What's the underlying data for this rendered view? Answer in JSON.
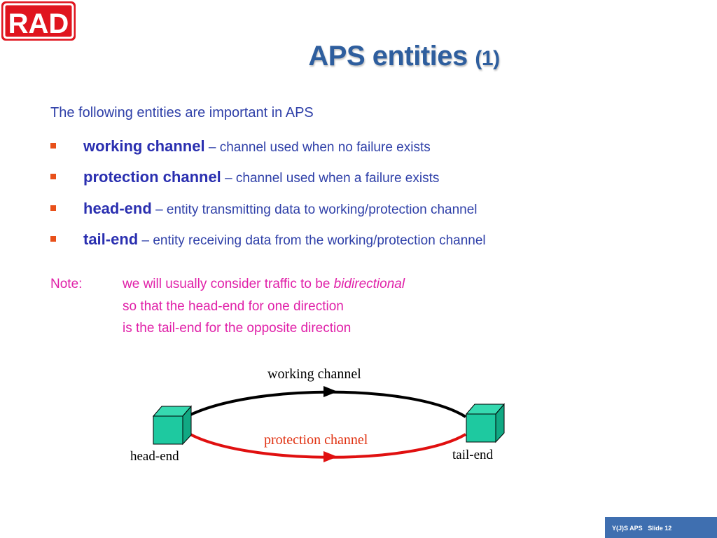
{
  "logo": {
    "text": "RAD"
  },
  "title": {
    "main": "APS entities",
    "number": "(1)"
  },
  "intro": "The following entities are important in APS",
  "bullets": [
    {
      "term": "working channel",
      "sep": " – ",
      "desc": "channel used when no failure exists"
    },
    {
      "term": "protection channel",
      "sep": " – ",
      "desc": "channel used when a failure exists"
    },
    {
      "term": "head-end",
      "sep": " – ",
      "desc": "entity transmitting data to working/protection channel"
    },
    {
      "term": "tail-end",
      "sep": " – ",
      "desc": "entity receiving data from the working/protection channel"
    }
  ],
  "note": {
    "label": "Note:",
    "line1_prefix": "we will usually consider traffic to be ",
    "line1_emph": "bidirectional",
    "line2": "so that the head-end for one direction",
    "line3": "is the tail-end for the opposite direction"
  },
  "diagram": {
    "working_label": "working channel",
    "protection_label": "protection channel",
    "head_label": "head-end",
    "tail_label": "tail-end",
    "colors": {
      "working": "#000000",
      "protection": "#e01010",
      "box": "#1ec9a0",
      "protection_text": "#e03010"
    }
  },
  "footer": {
    "deck": "Y(J)S APS",
    "slide": "Slide 12"
  },
  "colors": {
    "accent": "#e8501a",
    "title": "#2e5e9e",
    "body": "#2e3fa8",
    "note": "#e020a8",
    "footer": "#3f6fb0"
  }
}
